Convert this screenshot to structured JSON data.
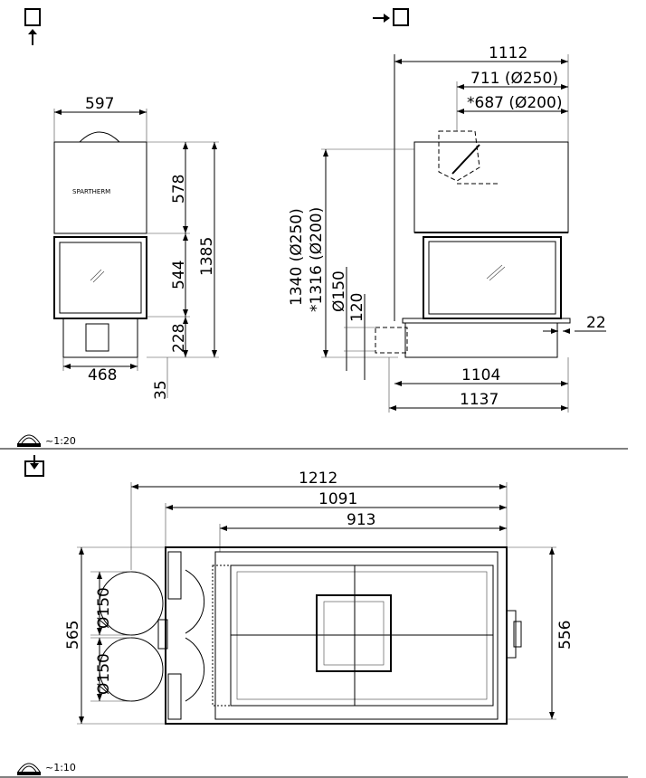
{
  "front_view": {
    "brand": "SPARTHERM",
    "dims": {
      "width": "597",
      "base_width": "468",
      "upper_height": "578",
      "glass_height": "544",
      "base_height": "228",
      "total_height": "1385",
      "feet": "35"
    }
  },
  "side_view": {
    "dims": {
      "depth": "1112",
      "flue_250": "711 (Ø250)",
      "flue_200": "*687 (Ø200)",
      "height_250": "1340 (Ø250)",
      "height_200": "*1316 (Ø200)",
      "air_diameter": "Ø150",
      "air_height": "120",
      "offset": "22",
      "depth_body": "1104",
      "depth_total": "1137"
    }
  },
  "top_view": {
    "dims": {
      "total_length": "1212",
      "length_1091": "1091",
      "length_913": "913",
      "depth_565": "565",
      "depth_556": "556",
      "air_1": "Ø150",
      "air_2": "Ø150"
    }
  },
  "scales": {
    "upper": "~1:20",
    "lower": "~1:10"
  }
}
